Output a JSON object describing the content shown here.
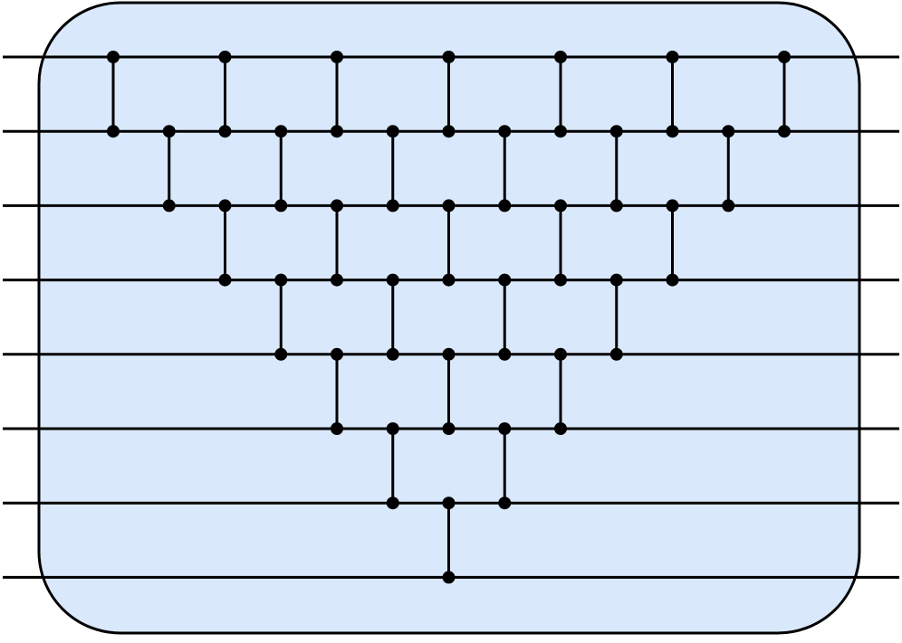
{
  "diagram": {
    "type": "comparator-network",
    "wire_count": 8,
    "colors": {
      "box_fill": "#dae8fc",
      "box_stroke": "#000000",
      "wire": "#000000",
      "comparator": "#000000",
      "node": "#000000"
    },
    "columns": [
      {
        "comparators": [
          [
            0,
            1
          ]
        ]
      },
      {
        "comparators": [
          [
            1,
            2
          ]
        ]
      },
      {
        "comparators": [
          [
            0,
            1
          ],
          [
            2,
            3
          ]
        ]
      },
      {
        "comparators": [
          [
            1,
            2
          ],
          [
            3,
            4
          ]
        ]
      },
      {
        "comparators": [
          [
            0,
            1
          ],
          [
            2,
            3
          ],
          [
            4,
            5
          ]
        ]
      },
      {
        "comparators": [
          [
            1,
            2
          ],
          [
            3,
            4
          ],
          [
            5,
            6
          ]
        ]
      },
      {
        "comparators": [
          [
            0,
            1
          ],
          [
            2,
            3
          ],
          [
            4,
            5
          ],
          [
            6,
            7
          ]
        ]
      },
      {
        "comparators": [
          [
            1,
            2
          ],
          [
            3,
            4
          ],
          [
            5,
            6
          ]
        ]
      },
      {
        "comparators": [
          [
            0,
            1
          ],
          [
            2,
            3
          ],
          [
            4,
            5
          ]
        ]
      },
      {
        "comparators": [
          [
            1,
            2
          ],
          [
            3,
            4
          ]
        ]
      },
      {
        "comparators": [
          [
            0,
            1
          ],
          [
            2,
            3
          ]
        ]
      },
      {
        "comparators": [
          [
            1,
            2
          ]
        ]
      },
      {
        "comparators": [
          [
            0,
            1
          ]
        ]
      }
    ]
  }
}
